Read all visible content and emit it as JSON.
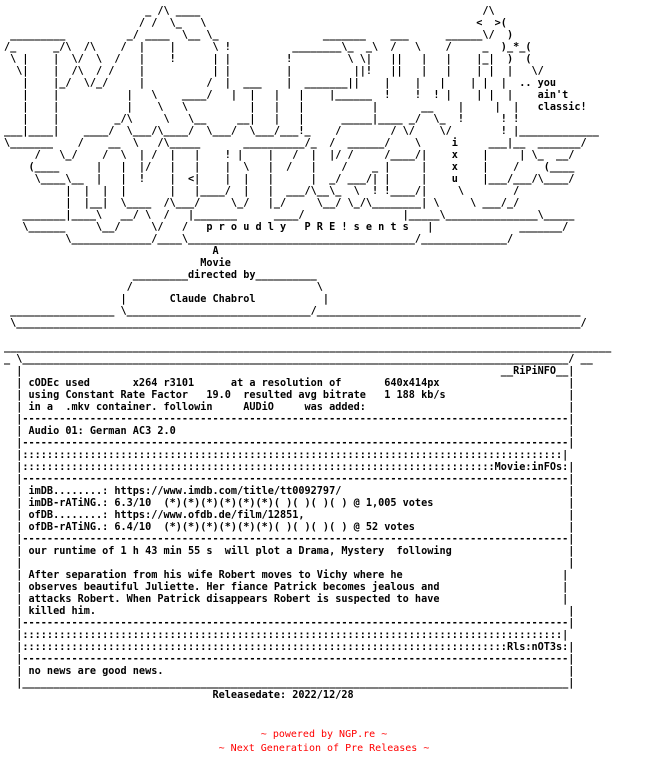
{
  "colors": {
    "background": "#ffffff",
    "text": "#000000",
    "footer": "#ff0000"
  },
  "nfo_text": "                       _ /\\ ____                                              /\\ \n                      / /  \\_   \\                                            <  >(\n _________          _/ ____  \\__ \\_                 _______    ___      ______\\/  )\n/_      _/\\  /\\    /  |    |      \\ !          ________\\_  _\\  /   \\    /     _  )_*_(\n \\ |    |  \\/  \\  /   |    !      | |         !         \\ \\|   ||   |   |    |_|  )  (\n  \\|    |  /\\  / /    |           | |         |          ||!   ||   |   |    | |  |   \\/\n   |    |_/  \\/_/     |          /  |  ___    |  _______||    |    |   |    | |  |  .. you\n   |    |           |   \\    ____/   |  |   |   |    |______  !    !  ! |    | |  |    ain't\n   |    |           |    \\   \\          |   |   |           |       __    |     |  |   classic!\n   |    |         _/\\     \\   \\__     __|   |   |      _____|____ _/  \\_  !      ! !\n___|____|    ____/  \\___/\\____/  \\___/  \\___/___!_    /        / \\/    \\/        ! |_____________\n\\_______    /    __  \\   /\\_____       __________/_  /  ______/    \\     i     ___|__  _______/\n     /   \\_/    /  \\  | /  |   |    ! |    |   /  |  |/ /     /____/|    x    |     | \\_  __/\n    (____      |   |  |/   |   |    |  \\   |  /   |    /    _ |     |    x    |    /    (____\n     \\____\\__  |   |  !    |  <|    |  |   |      |  _/ ___/| |     |    u    |___/___/\\____/\n          |  |  |  |       |   |____/  |   |  ___/\\__\\_  \\  ! !____/|     \\        /\n          |  |__|  \\____  /\\___/     \\_/   |_/     \\__/ \\_/\\________| \\     \\ ___/_/\n   _______|____\\   __/ \\  /   |_______      ____/                |_____\\_______________\\_____\n   \\______     \\__/     \\/   /   p r o u d l y   P R E ! s e n t s   |              _______/\n          \\_____________/____\\_____________________________________/______________/\n                                  A\n                                Movie\n                     _________directed by__________\n                    /                              \\\n                   |       Claude Chabrol           |\n _________________ \\______________________________/___________________________________________\n \\____________________________________________________________________________________________/\n\n___________________________________________________________________________________________________\n_ \\_________________________________________________________________________________________/ __\n  |                                                                              __RiPiNFO__|\n  | cODEc used       x264 r3101      at a resolution of       640x414px                     |\n  | using Constant Rate Factor   19.0  resulted avg bitrate   1 188 kb/s                    |\n  | in a  .mkv container. followin     AUDiO     was added:                                 |\n  |-----------------------------------------------------------------------------------------|\n  | Audio 01: German AC3 2.0                                                                |\n  |-----------------------------------------------------------------------------------------|\n  |::::::::::::::::::::::::::::::::::::::::::::::::::::::::::::::::::::::::::::::::::::::::|\n  |:::::::::::::::::::::::::::::::::::::::::::::::::::::::::::::::::::::::::::::Movie:inFOs:|\n  |-----------------------------------------------------------------------------------------|\n  | imDB........: https://www.imdb.com/title/tt0092797/                                     |\n  | imDB-rATiNG.: 6.3/10  (*)(*)(*)(*)(*)(*)( )( )( )( ) @ 1,005 votes                      |\n  | ofDB........: https://www.ofdb.de/film/12851,                                           |\n  | ofDB-rATiNG.: 6.4/10  (*)(*)(*)(*)(*)(*)( )( )( )( ) @ 52 votes                         |\n  |-----------------------------------------------------------------------------------------|\n  | our runtime of 1 h 43 min 55 s  will plot a Drama, Mystery  following                   |\n  |                                                                                         |\n  | After separation from his wife Robert moves to Vichy where he                          |\n  | observes beautiful Juliette. Her fiance Patrick becomes jealous and                    |\n  | attacks Robert. When Patrick disappears Robert is suspected to have                    |\n  | killed him.                                                                             |\n  |-----------------------------------------------------------------------------------------|\n  |::::::::::::::::::::::::::::::::::::::::::::::::::::::::::::::::::::::::::::::::::::::::|\n  |:::::::::::::::::::::::::::::::::::::::::::::::::::::::::::::::::::::::::::::::Rls:nOT3s:|\n  |-----------------------------------------------------------------------------------------|\n  | no news are good news.                                                                  |\n  |_________________________________________________________________________________________|\n                                  Releasedate: 2022/12/28",
  "footer": {
    "powered_by": "~ powered by NGP.re ~",
    "tagline": "~ Next Generation of Pre Releases ~"
  }
}
